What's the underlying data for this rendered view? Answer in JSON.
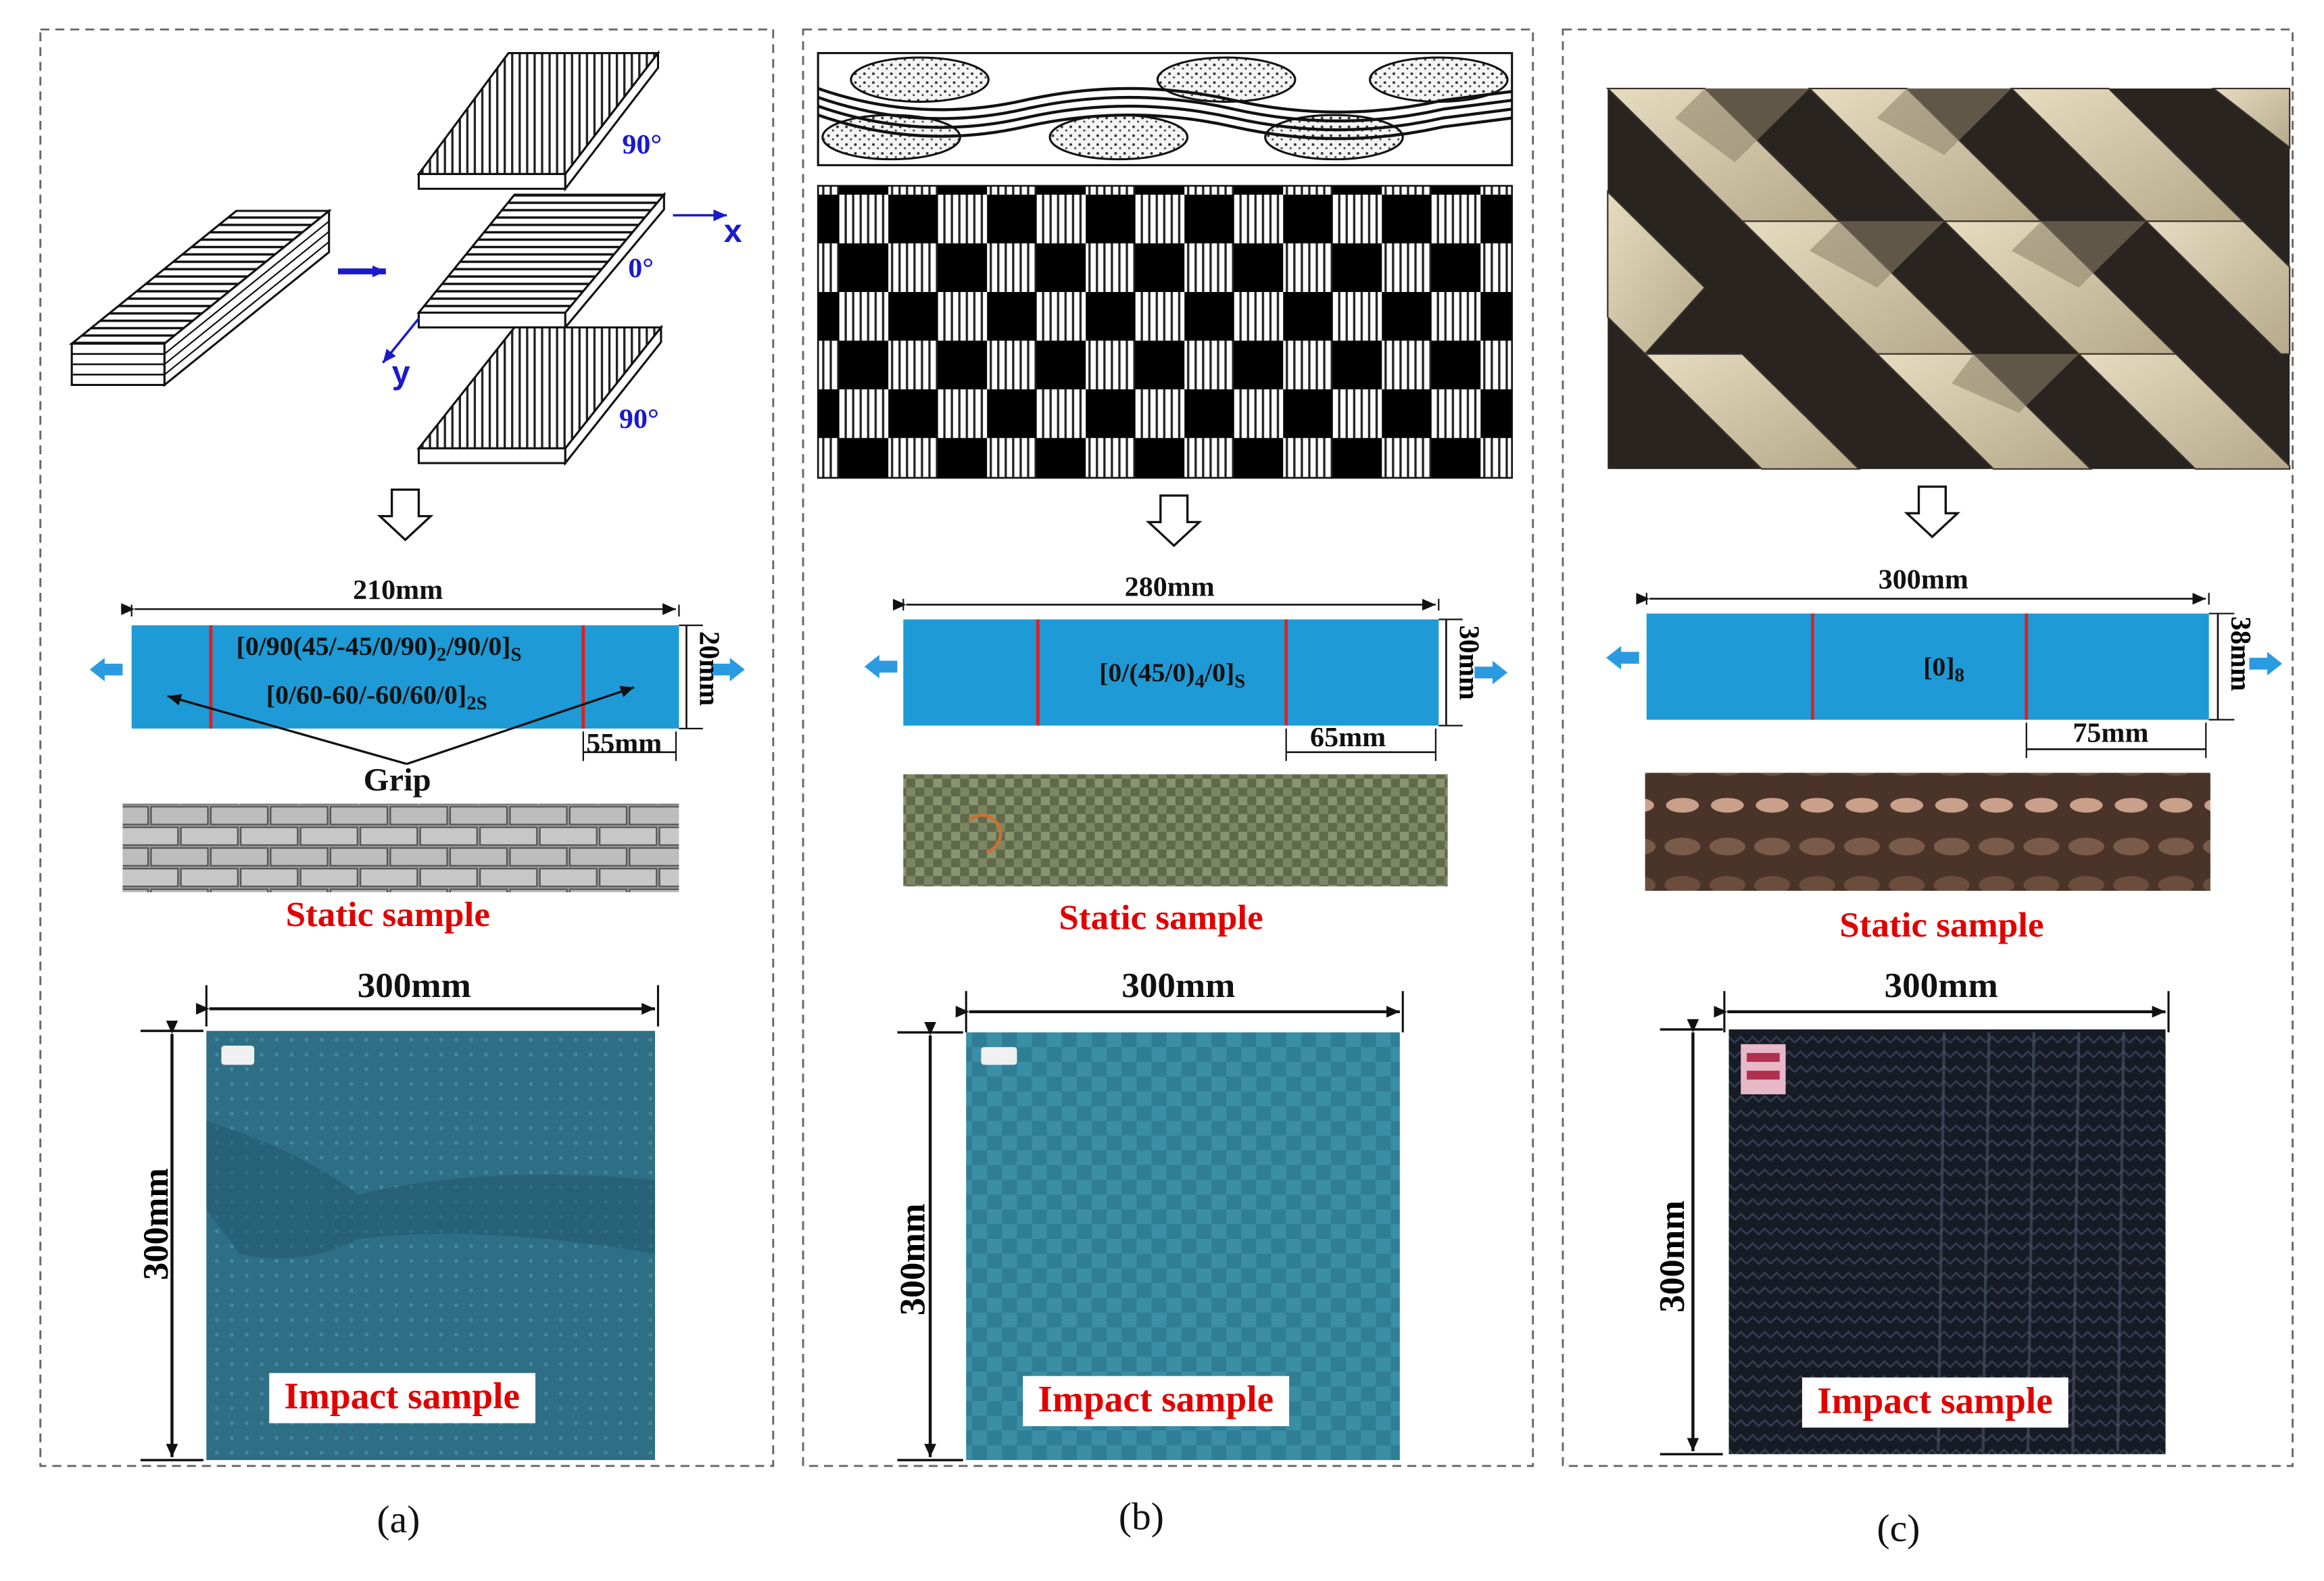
{
  "panels": {
    "a": {
      "caption": "(a)",
      "ply_angles": [
        "90°",
        "0°",
        "90°"
      ],
      "axis_x": "x",
      "axis_y": "y",
      "length": "210mm",
      "width": "20mm",
      "grip_length": "55mm",
      "layup_1": "[0/90(45/-45/0/90)",
      "layup_1_sub1": "2",
      "layup_1_tail": "/90/0]",
      "layup_1_sub2": "S",
      "layup_2": "[0/60-60/-60/60/0]",
      "layup_2_sub": "2S",
      "grip_label": "Grip",
      "static_label": "Static sample",
      "impact_width": "300mm",
      "impact_height": "300mm",
      "impact_label": "Impact sample"
    },
    "b": {
      "caption": "(b)",
      "length": "280mm",
      "width": "30mm",
      "grip_length": "65mm",
      "layup": "[0/(45/0)",
      "layup_sub1": "4",
      "layup_tail": "/0]",
      "layup_sub2": "S",
      "static_label": "Static sample",
      "impact_width": "300mm",
      "impact_height": "300mm",
      "impact_label": "Impact sample"
    },
    "c": {
      "caption": "(c)",
      "length": "300mm",
      "width": "38mm",
      "grip_length": "75mm",
      "layup": "[0]",
      "layup_sub": "8",
      "static_label": "Static sample",
      "impact_width": "300mm",
      "impact_height": "300mm",
      "impact_label": "Impact sample"
    }
  },
  "colors": {
    "specimen_blue": "#1e9ad6",
    "arrow_blue": "#2a9be0",
    "tab_line_red": "#e02020",
    "label_red": "#e00000",
    "axis_blue": "#1a1acc",
    "impact_panel_a": "#2f6f86",
    "impact_panel_b": "#2f7e95",
    "impact_panel_c": "#1a1f2a"
  }
}
